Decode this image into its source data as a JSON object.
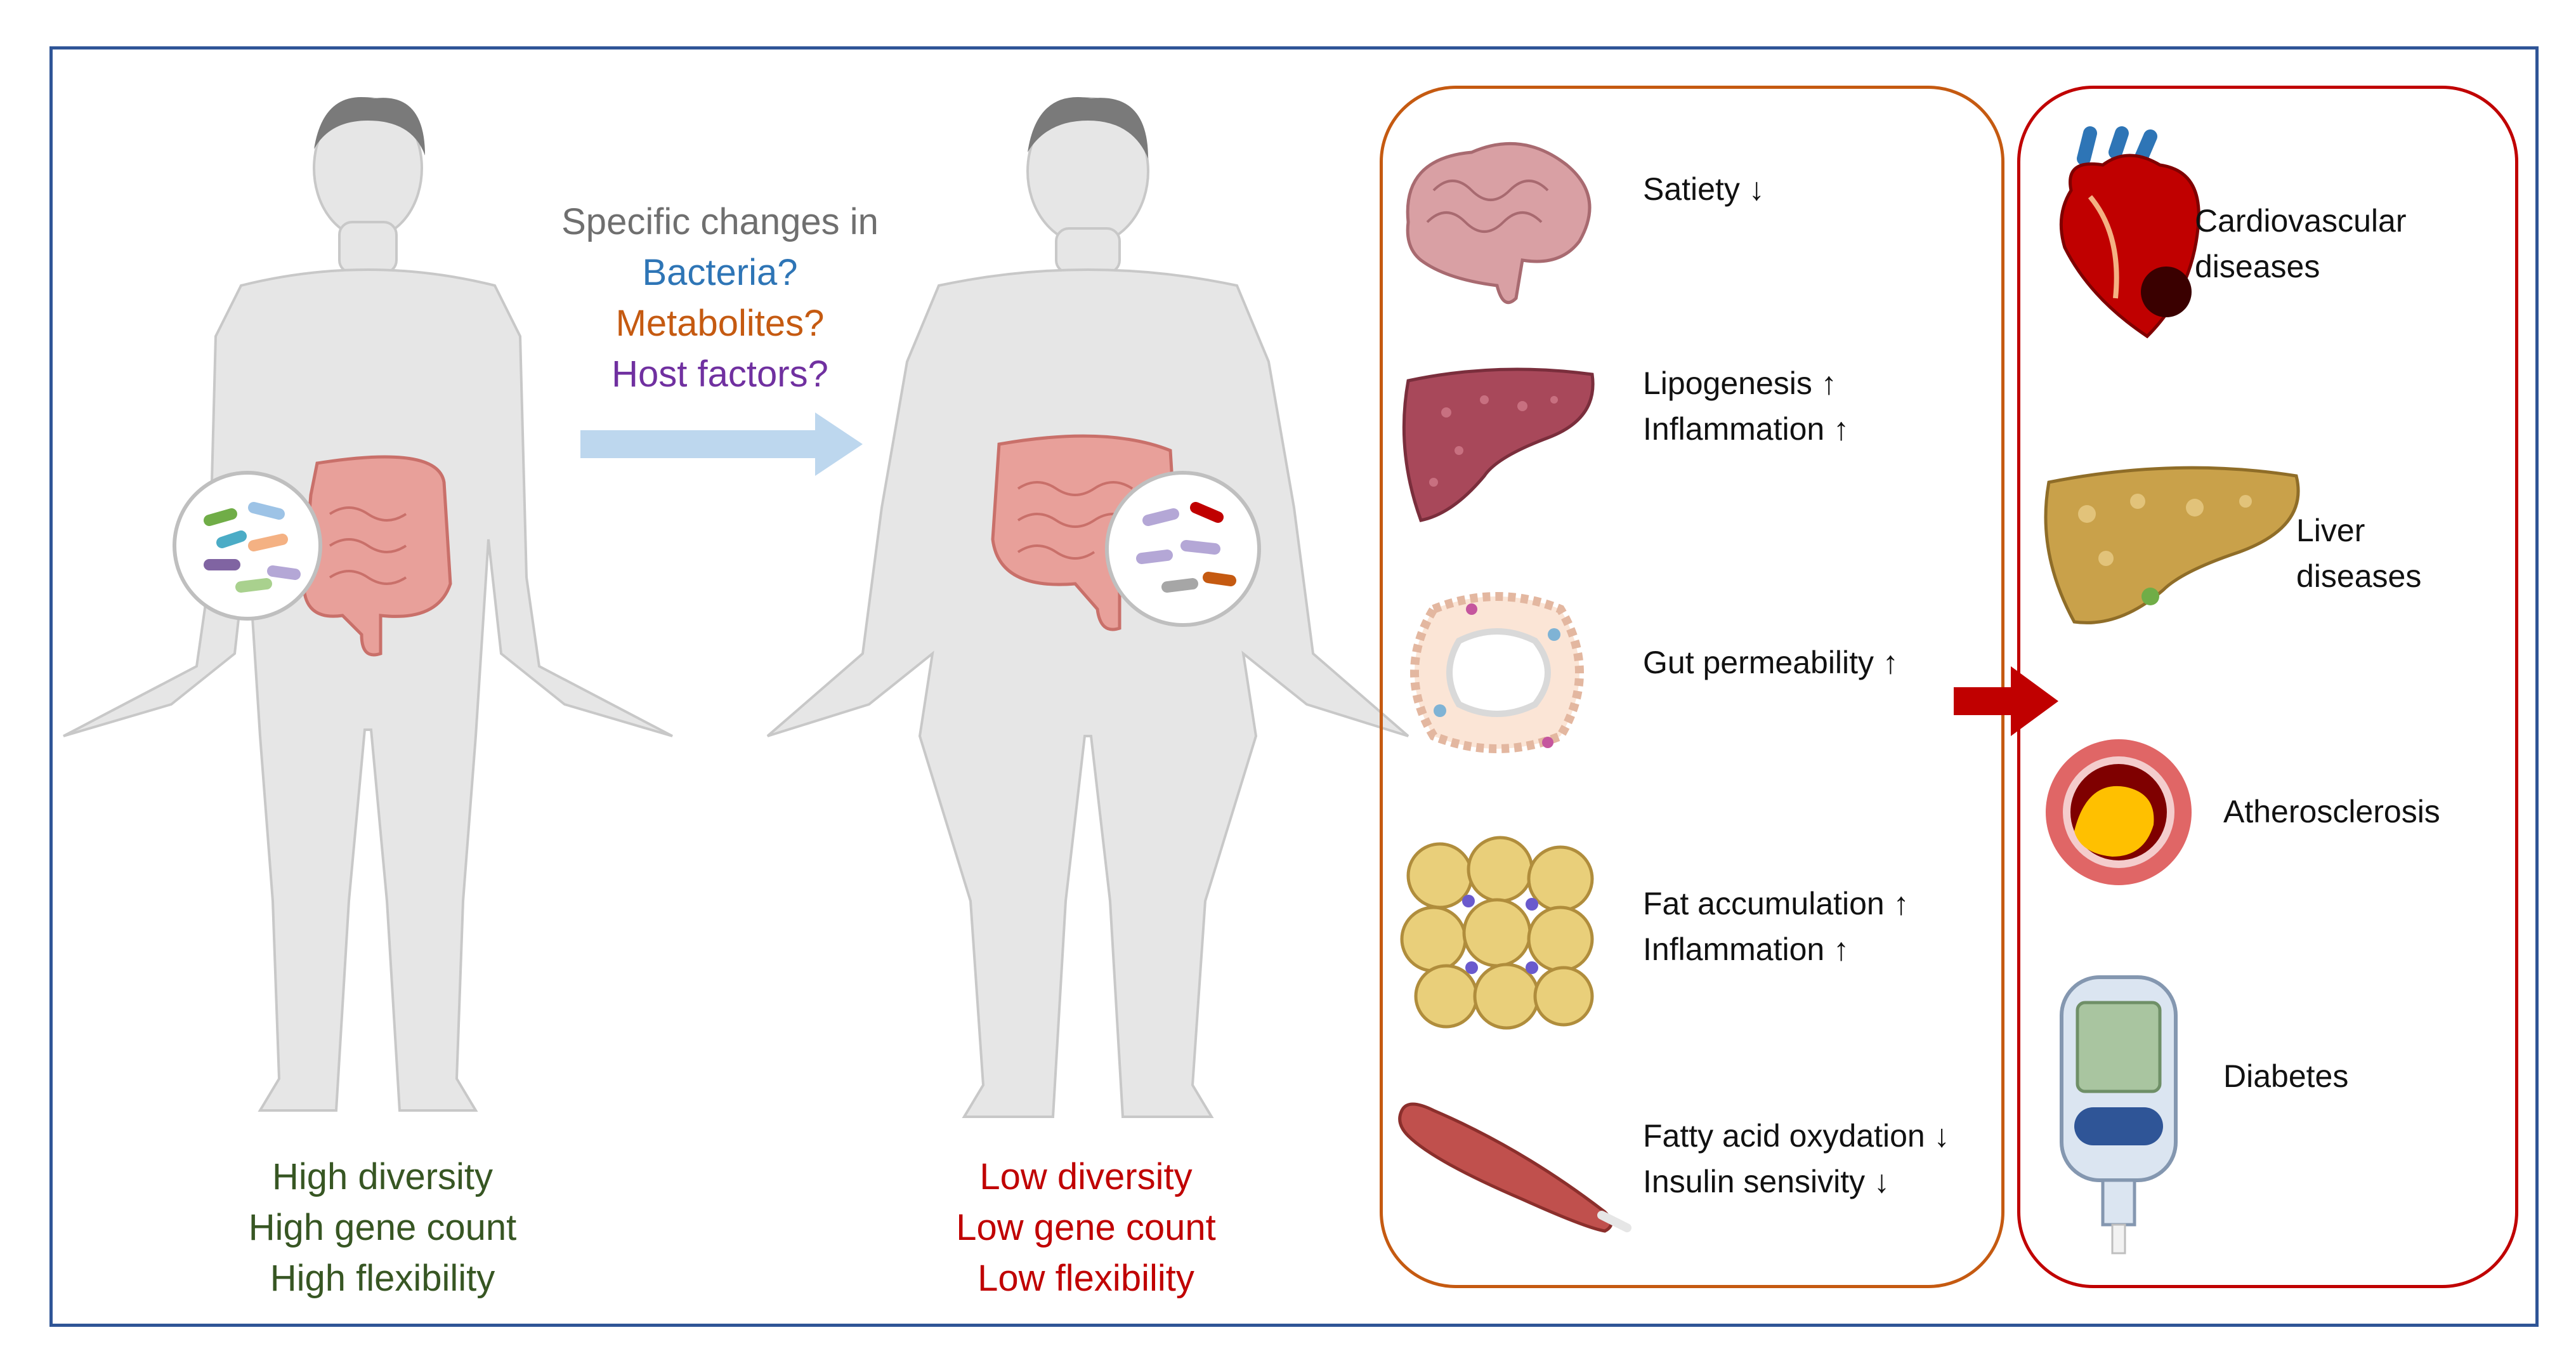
{
  "question": {
    "line1": "Specific changes in",
    "line2": "Bacteria?",
    "line3": "Metabolites?",
    "line4": "Host factors?"
  },
  "healthy": {
    "line1": "High diversity",
    "line2": "High gene count",
    "line3": "High flexibility"
  },
  "obese": {
    "line1": "Low diversity",
    "line2": "Low gene count",
    "line3": "Low flexibility"
  },
  "effects": {
    "brain": "Satiety ↓",
    "liver_1": "Lipogenesis ↑",
    "liver_2": "Inflammation ↑",
    "gut": "Gut permeability ↑",
    "adipose_1": "Fat accumulation ↑",
    "adipose_2": "Inflammation ↑",
    "muscle_1": "Fatty acid oxydation ↓",
    "muscle_2": "Insulin sensivity ↓"
  },
  "diseases": {
    "cardio_1": "Cardiovascular",
    "cardio_2": "diseases",
    "liver_1": "Liver",
    "liver_2": "diseases",
    "athero": "Atherosclerosis",
    "diabetes": "Diabetes"
  },
  "colors": {
    "frame": "#2f5597",
    "question_grey": "#6f6f6f",
    "bacteria_blue": "#2e75b6",
    "metabolites_orange": "#c55a11",
    "host_purple": "#7030a0",
    "healthy_green": "#375623",
    "obese_red": "#c00000",
    "effects_panel": "#c55a11",
    "disease_panel": "#c00000",
    "arrow_light_blue": "#bdd7ee",
    "arrow_red": "#c00000"
  }
}
